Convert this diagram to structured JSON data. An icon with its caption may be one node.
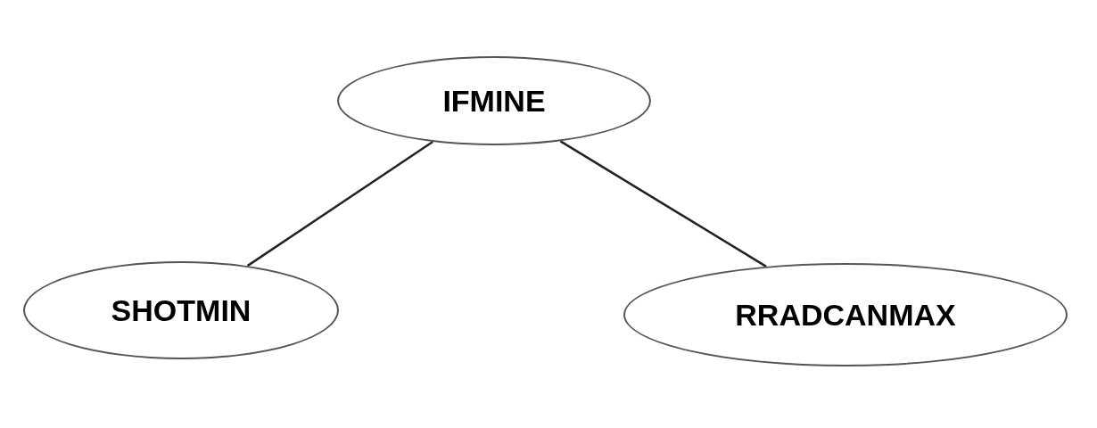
{
  "diagram": {
    "nodes": [
      {
        "text": [
          "IFMINE"
        ]
      },
      {
        "text": [
          "SHOTMIN"
        ]
      },
      {
        "text": [
          "RRADCANMAX"
        ]
      }
    ],
    "edges": [
      {
        "from": 0,
        "to": 1,
        "arrow": "none"
      },
      {
        "from": 0,
        "to": 2,
        "arrow": "none"
      }
    ]
  }
}
